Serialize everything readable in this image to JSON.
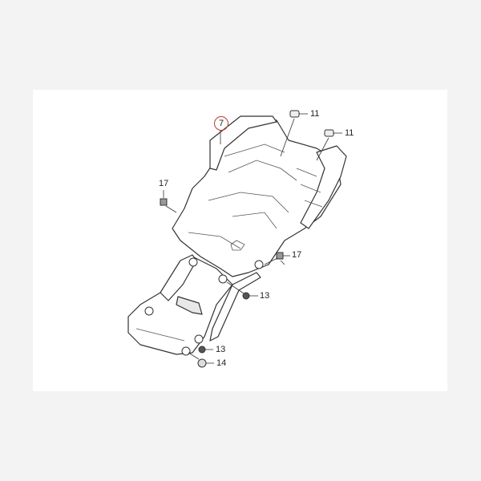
{
  "diagram": {
    "title": "Rear fender / inner fender exploded parts diagram",
    "background_color": "#f3f3f3",
    "panel_color": "#ffffff",
    "highlight_color": "#c0392b",
    "callouts": [
      {
        "id": "c7",
        "label": "7",
        "highlighted": true
      },
      {
        "id": "c11a",
        "label": "11"
      },
      {
        "id": "c11b",
        "label": "11"
      },
      {
        "id": "c17a",
        "label": "17"
      },
      {
        "id": "c17b",
        "label": "17"
      },
      {
        "id": "c13a",
        "label": "13"
      },
      {
        "id": "c13b",
        "label": "13"
      },
      {
        "id": "c14",
        "label": "14"
      }
    ]
  }
}
